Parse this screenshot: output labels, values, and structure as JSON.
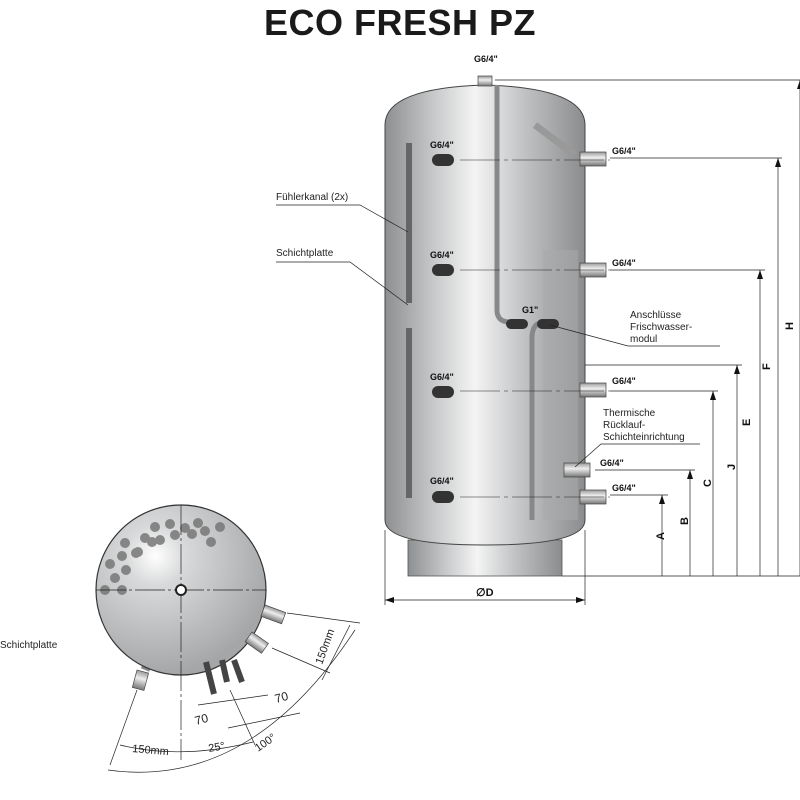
{
  "title": "ECO FRESH PZ",
  "connections": {
    "top": "G6/4\"",
    "left_1": "G6/4\"",
    "left_2": "G6/4\"",
    "left_3": "G6/4\"",
    "left_4": "G6/4\"",
    "right_1": "G6/4\"",
    "right_2": "G6/4\"",
    "right_3": "G6/4\"",
    "right_4": "G6/4\"",
    "right_5": "G6/4\"",
    "module": "G1\""
  },
  "callouts": {
    "fuehlerkanal": "Fühlerkanal (2x)",
    "schichtplatte": "Schichtplatte",
    "anschluesse": [
      "Anschlüsse",
      "Frischwasser-",
      "modul"
    ],
    "thermische": [
      "Thermische",
      "Rücklauf-",
      "Schichteinrichtung"
    ],
    "schichtplatte_bottom": "Schichtplatte"
  },
  "dimensions": {
    "A": "A",
    "B": "B",
    "C": "C",
    "J": "J",
    "E": "E",
    "F": "F",
    "H": "H",
    "D": "∅D"
  },
  "top_view": {
    "dim_150_right": "150mm",
    "dim_150_bottom": "150mm",
    "dim_70_left": "70",
    "dim_70_right": "70",
    "angle_25": "25°",
    "angle_100": "100°"
  }
}
